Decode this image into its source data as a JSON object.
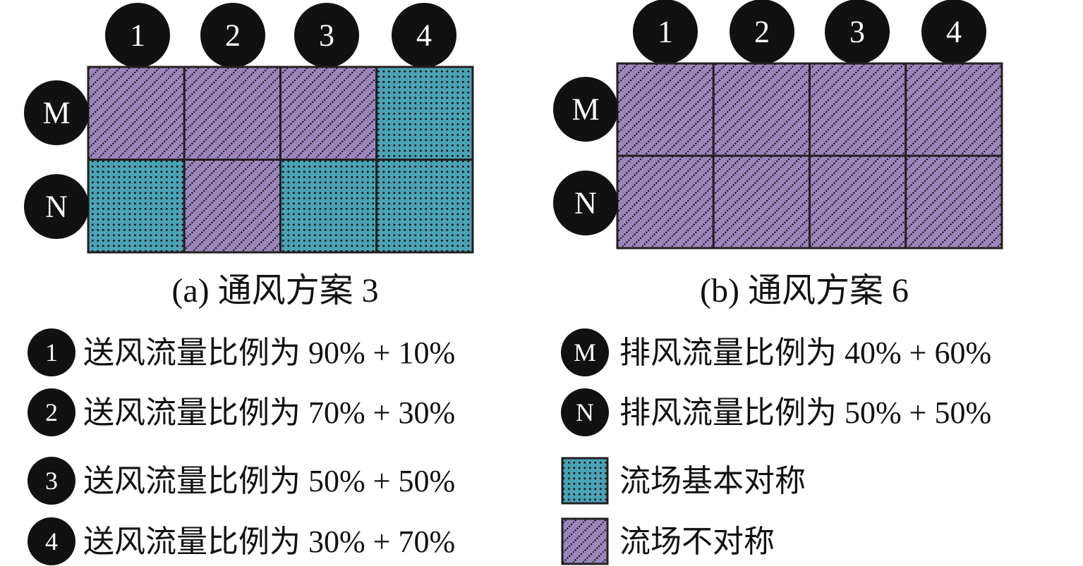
{
  "colors": {
    "symmetric": "#4aa3b5",
    "asymmetric": "#9b86bc",
    "border": "#231f20"
  },
  "panels": [
    {
      "caption": "(a) 通风方案 3",
      "columns": [
        "1",
        "2",
        "3",
        "4"
      ],
      "rows": [
        "M",
        "N"
      ],
      "cells": [
        [
          "asymmetric",
          "asymmetric",
          "asymmetric",
          "symmetric"
        ],
        [
          "symmetric",
          "asymmetric",
          "symmetric",
          "symmetric"
        ]
      ]
    },
    {
      "caption": "(b) 通风方案 6",
      "columns": [
        "1",
        "2",
        "3",
        "4"
      ],
      "rows": [
        "M",
        "N"
      ],
      "cells": [
        [
          "asymmetric",
          "asymmetric",
          "asymmetric",
          "asymmetric"
        ],
        [
          "asymmetric",
          "asymmetric",
          "asymmetric",
          "asymmetric"
        ]
      ]
    }
  ],
  "legend": {
    "supply": [
      {
        "marker": "1",
        "text": "送风流量比例为 90% + 10%"
      },
      {
        "marker": "2",
        "text": "送风流量比例为 70% + 30%"
      },
      {
        "marker": "3",
        "text": "送风流量比例为 50% + 50%"
      },
      {
        "marker": "4",
        "text": "送风流量比例为 30% + 70%"
      }
    ],
    "exhaust": [
      {
        "marker": "M",
        "text": "排风流量比例为 40% + 60%"
      },
      {
        "marker": "N",
        "text": "排风流量比例为 50% + 50%"
      }
    ],
    "patterns": [
      {
        "key": "symmetric",
        "text": "流场基本对称"
      },
      {
        "key": "asymmetric",
        "text": "流场不对称"
      }
    ]
  }
}
